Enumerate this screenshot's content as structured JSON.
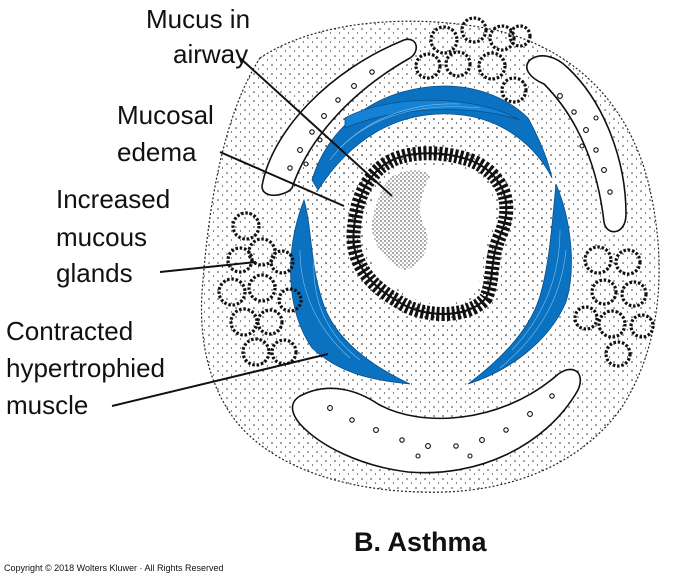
{
  "labels": {
    "mucus_line1": "Mucus in",
    "mucus_line2": "airway",
    "edema_line1": "Mucosal",
    "edema_line2": "edema",
    "glands_line1": "Increased",
    "glands_line2": "mucous",
    "glands_line3": "glands",
    "muscle_line1": "Contracted",
    "muscle_line2": "hypertrophied",
    "muscle_line3": "muscle"
  },
  "caption": "B. Asthma",
  "copyright": "Copyright © 2018 Wolters Kluwer · All Rights Reserved",
  "colors": {
    "muscle": "#0a72c0",
    "ink": "#111111",
    "background": "#ffffff"
  }
}
